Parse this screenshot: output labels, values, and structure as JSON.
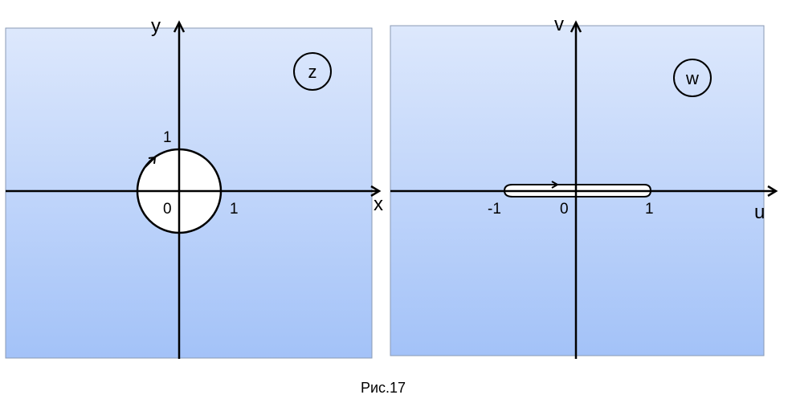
{
  "colors": {
    "panel_top": "#dde8fc",
    "panel_bottom": "#a3c2f8",
    "panel_border": "#8a9ab5",
    "stroke": "#000000",
    "fill_region": "#ffffff"
  },
  "left_panel": {
    "x_axis_label": "x",
    "y_axis_label": "y",
    "plane_label": "z",
    "tick_one_y": "1",
    "tick_origin": "0",
    "tick_one_x": "1"
  },
  "right_panel": {
    "x_axis_label": "u",
    "y_axis_label": "v",
    "plane_label": "w",
    "tick_minus_one": "-1",
    "tick_origin": "0",
    "tick_one": "1"
  },
  "caption": "Рис.17"
}
